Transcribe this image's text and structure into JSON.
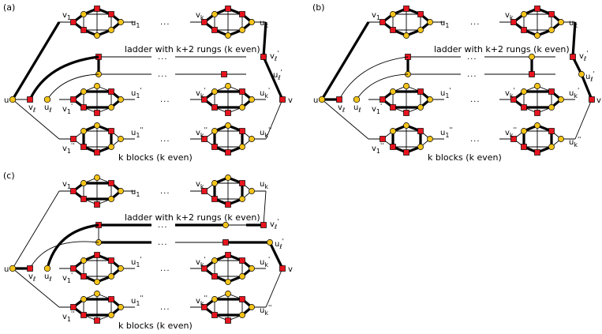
{
  "panels": [
    {
      "id": "a",
      "label": "(a)"
    },
    {
      "id": "b",
      "label": "(b)"
    },
    {
      "id": "c",
      "label": "(c)"
    }
  ],
  "labels": {
    "ladder": "ladder with k+2 rungs (k even)",
    "blocks": "k blocks (k even)",
    "ellipsis": "...",
    "u": "u",
    "v": "v",
    "v_l": "v",
    "u_l": "u",
    "ell": "ℓ",
    "v1": "v",
    "u1": "u",
    "vk": "v",
    "uk": "u",
    "sub_1": "1",
    "sub_k": "k",
    "prime": "'",
    "dprime": "''"
  }
}
